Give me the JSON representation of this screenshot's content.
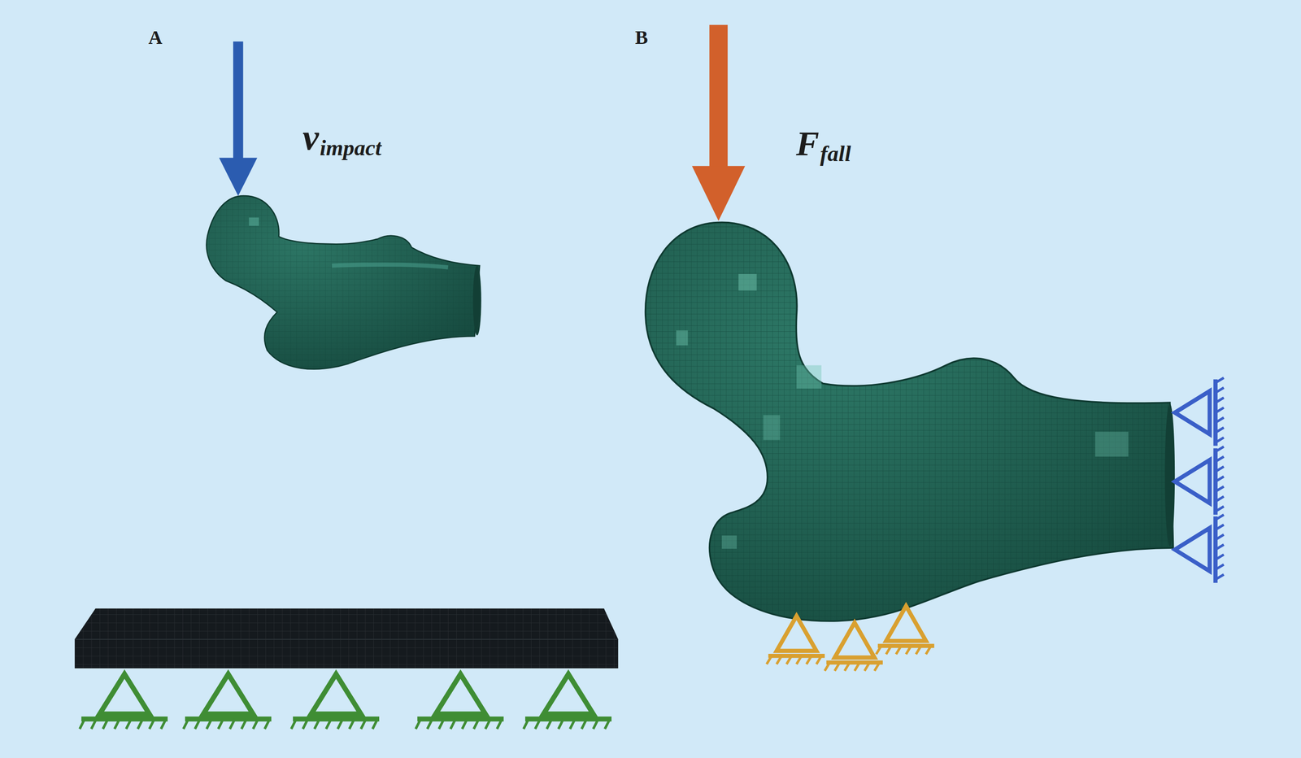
{
  "diagram": {
    "labels": [
      "A",
      "B",
      "v",
      "impact",
      "F",
      "fall"
    ]
  }
}
